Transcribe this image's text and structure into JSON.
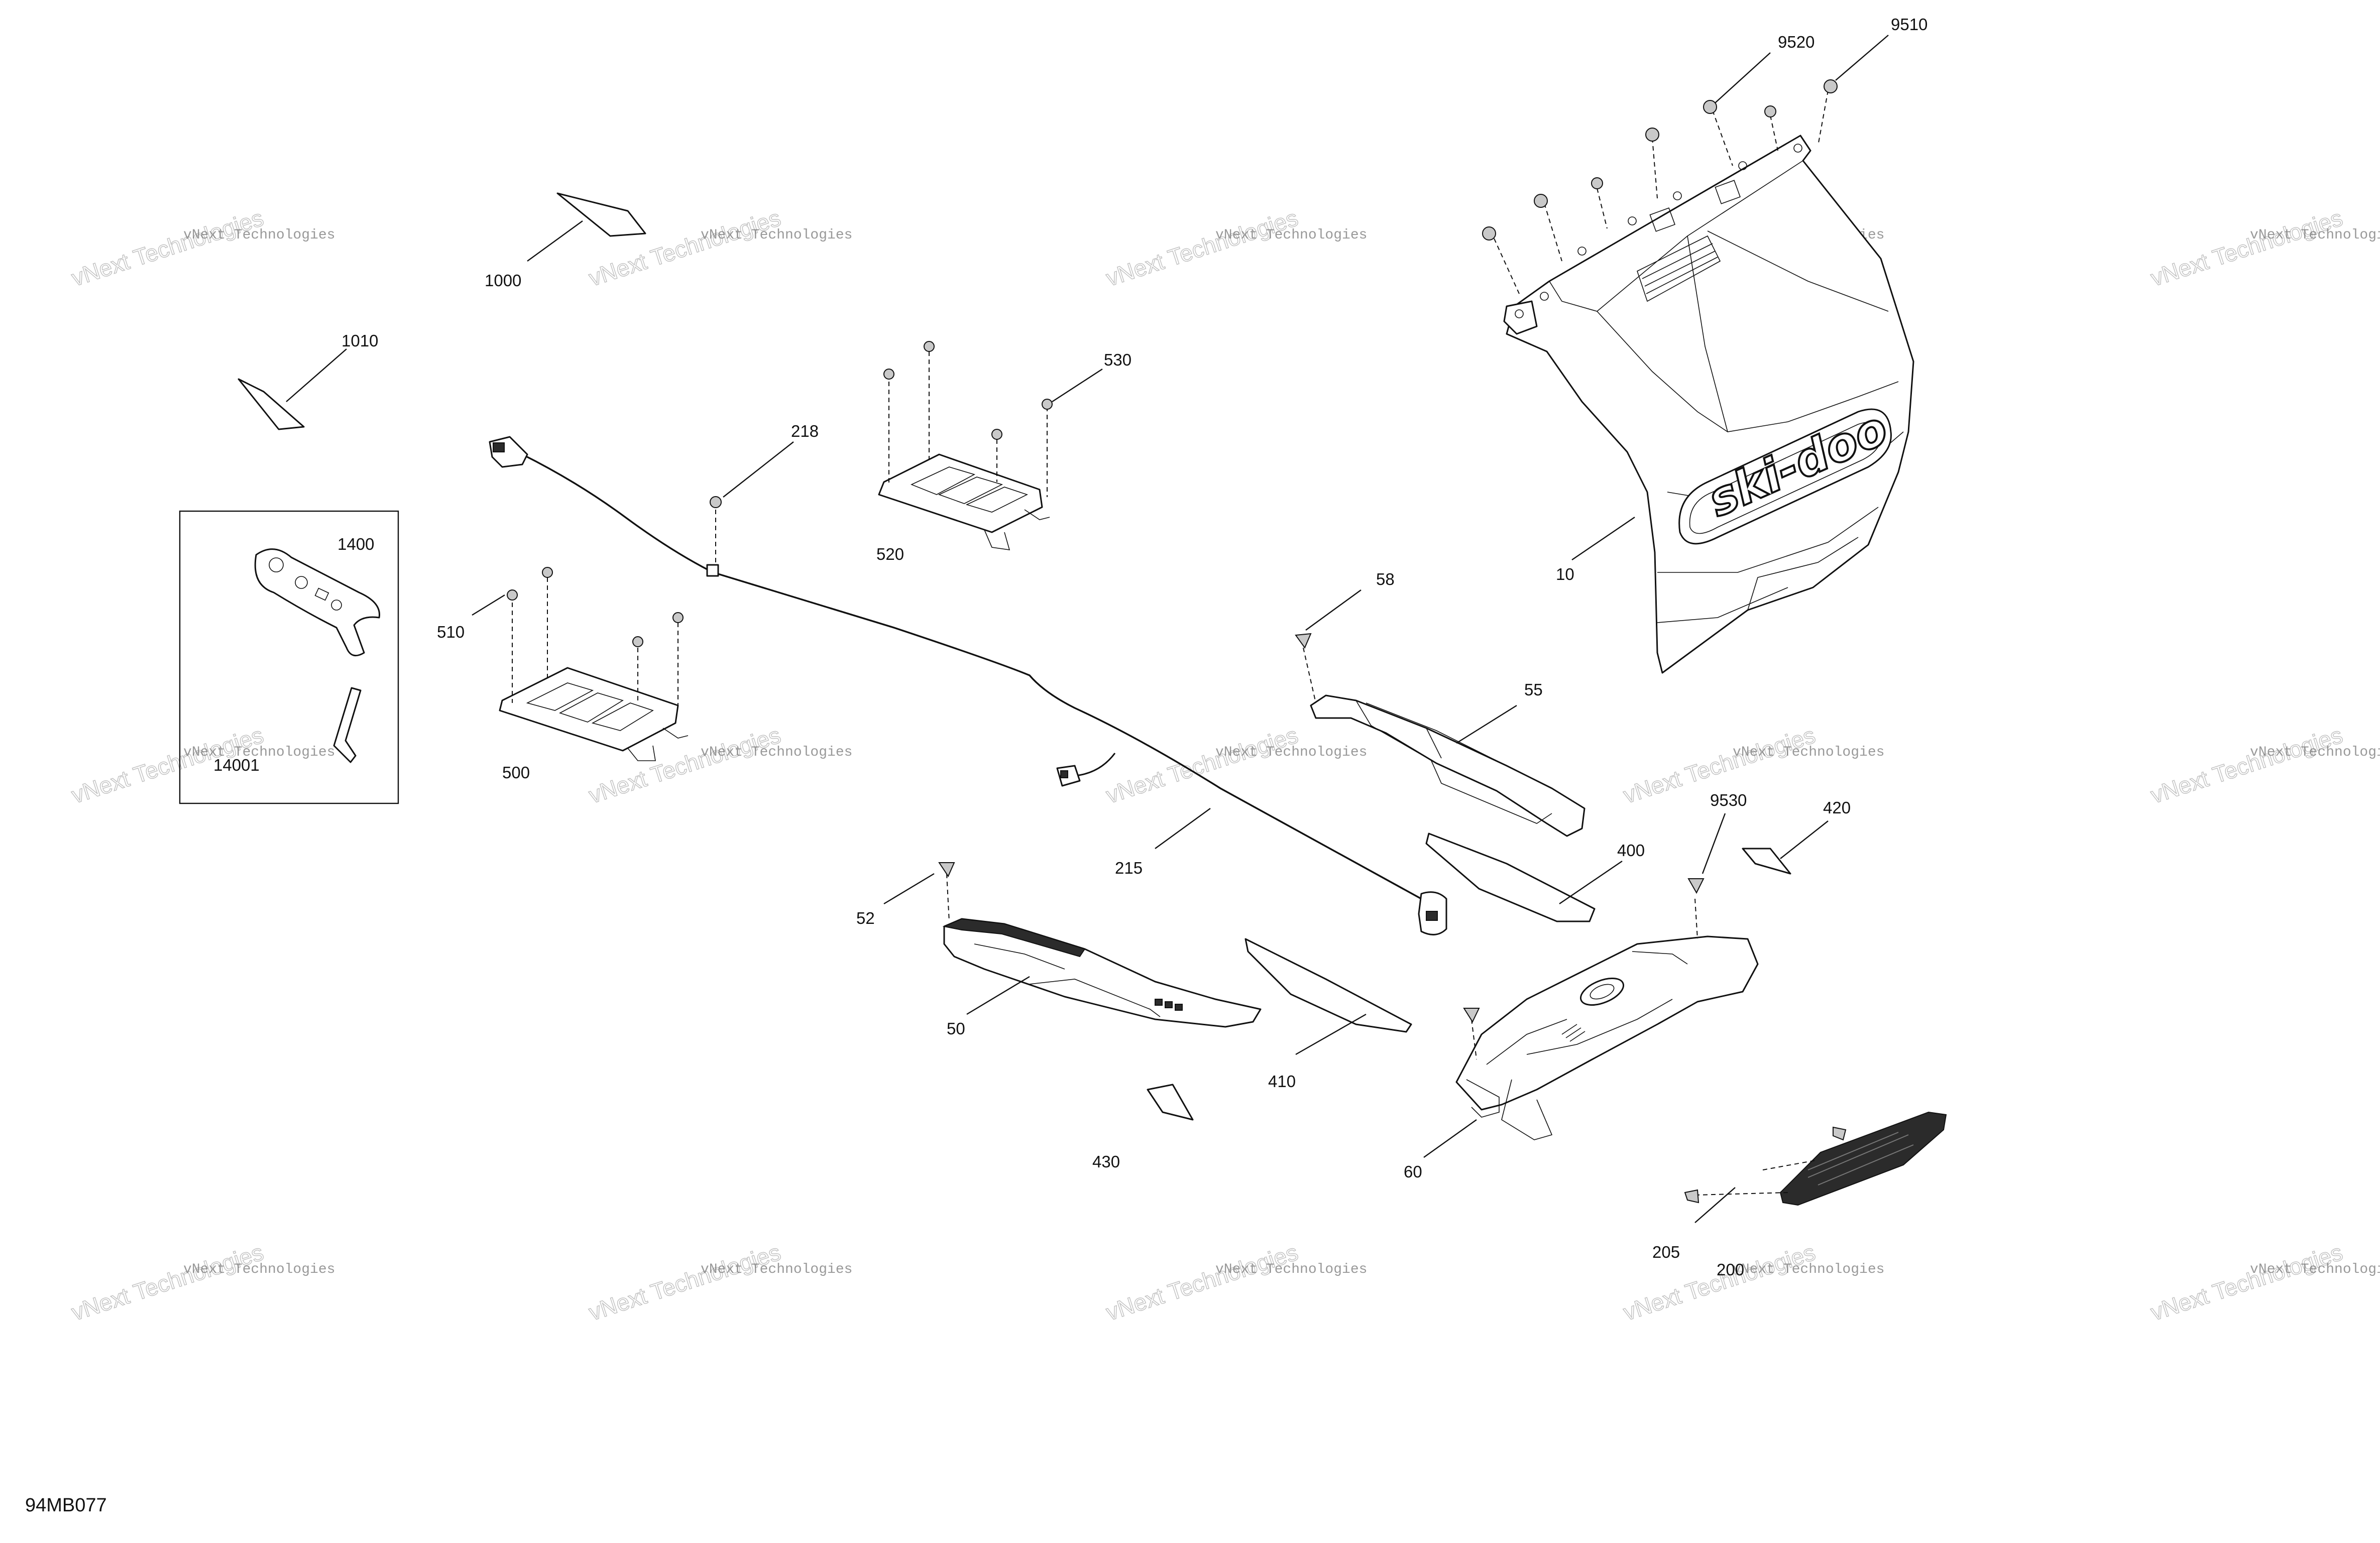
{
  "callouts": {
    "p9510": "9510",
    "p9520": "9520",
    "p1000": "1000",
    "p1010": "1010",
    "p1400": "1400",
    "p14001": "14001",
    "p530": "530",
    "p218": "218",
    "p520": "520",
    "p510": "510",
    "p500": "500",
    "p10": "10",
    "p58": "58",
    "p55": "55",
    "p9530": "9530",
    "p420": "420",
    "p400": "400",
    "p215": "215",
    "p52": "52",
    "p50": "50",
    "p410": "410",
    "p430": "430",
    "p60": "60",
    "p205": "205",
    "p200": "200"
  },
  "figure_id": "94MB077",
  "brand_logo": "ski-doo",
  "watermark": {
    "small": "vNext Technologies",
    "big": "vNext Technologies"
  }
}
